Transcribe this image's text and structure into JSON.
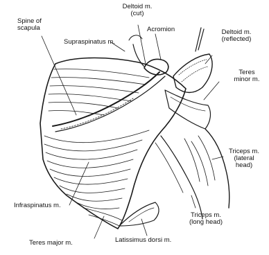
{
  "labels": {
    "spine_of_scapula": [
      "Spine of",
      "scapula"
    ],
    "deltoid_cut": [
      "Deltoid m.",
      "(cut)"
    ],
    "acromion": "Acromion",
    "deltoid_reflected": [
      "Deltoid m.",
      "(reflected)"
    ],
    "supraspinatus": "Supraspinatus m.",
    "teres_minor": [
      "Teres",
      "minor m."
    ],
    "triceps_lateral": [
      "Triceps m.",
      "(lateral",
      "head)"
    ],
    "infraspinatus": "Infraspinatus m.",
    "triceps_long": [
      "Triceps m.",
      "(long head)"
    ],
    "teres_major": "Teres major m.",
    "latissimus_dorsi": "Latissimus dorsi m."
  }
}
